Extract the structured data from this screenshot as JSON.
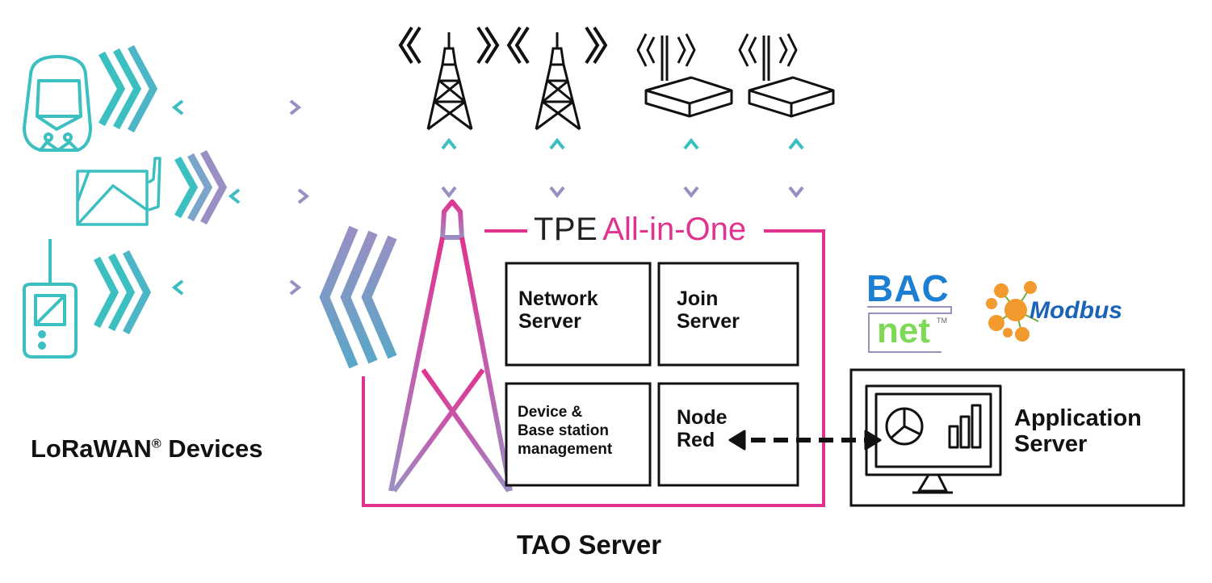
{
  "diagram": {
    "title_part1": "TPE",
    "title_part2": "All-in-One",
    "devices_label": "LoRaWAN",
    "devices_label_reg": "®",
    "devices_label_rest": " Devices",
    "server_label": "TAO Server",
    "boxes": {
      "network_server": [
        "Network",
        "Server"
      ],
      "join_server": [
        "Join",
        "Server"
      ],
      "device_mgmt": [
        "Device &",
        "Base station",
        "management"
      ],
      "node_red": [
        "Node",
        "Red"
      ]
    },
    "app_server": [
      "Application",
      "Server"
    ],
    "logos": {
      "bacnet_top": "BAC",
      "bacnet_bottom": "net",
      "bacnet_tm": "TM",
      "modbus": "Modbus"
    }
  },
  "colors": {
    "teal": "#3bbfc0",
    "lavender": "#9a8fc3",
    "magenta": "#e0338f",
    "black": "#111111",
    "bacnet_blue": "#1d7fd3",
    "bacnet_green": "#7ed957",
    "modbus_orange": "#f29a2e",
    "modbus_blue": "#1b63b8"
  },
  "icons": [
    "tracker-icon",
    "sensor-icon",
    "handheld-icon",
    "tower-icon",
    "gateway-icon",
    "monitor-icon",
    "bacnet-logo",
    "modbus-logo"
  ]
}
